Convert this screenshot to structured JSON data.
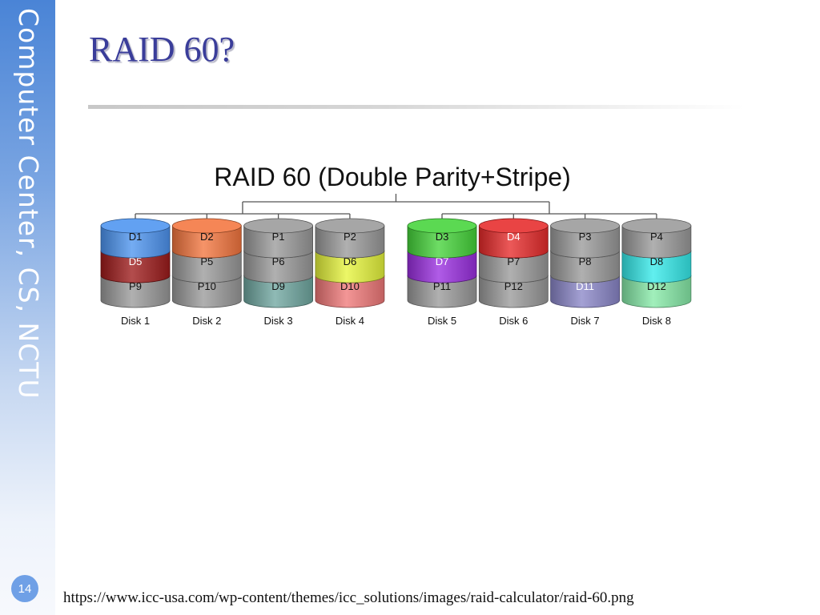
{
  "sidebar": {
    "org_label": "Computer Center, CS, NCTU",
    "slide_number": "14"
  },
  "slide": {
    "title": "RAID 60?",
    "source_url": "https://www.icc-usa.com/wp-content/themes/icc_solutions/images/raid-calculator/raid-60.png"
  },
  "diagram": {
    "title": "RAID 60 (Double Parity+Stripe)",
    "colors": {
      "parity": "#9a9a9a",
      "blue": "#4d94f0",
      "orange": "#f4763f",
      "green": "#45d43a",
      "red": "#e62a2a",
      "dark_red": "#9e1b1b",
      "yellow": "#e6f53c",
      "purple": "#9a2ee0",
      "cyan": "#35eaea",
      "teal": "#6fa7a0",
      "pink": "#f07878",
      "lavender": "#8a86c8",
      "mint": "#86eaa8"
    },
    "groups": [
      {
        "disks": [
          {
            "label": "Disk 1",
            "blocks": [
              {
                "label": "D1",
                "color": "blue"
              },
              {
                "label": "D5",
                "color": "dark_red"
              },
              {
                "label": "P9",
                "color": "parity"
              }
            ]
          },
          {
            "label": "Disk 2",
            "blocks": [
              {
                "label": "D2",
                "color": "orange"
              },
              {
                "label": "P5",
                "color": "parity"
              },
              {
                "label": "P10",
                "color": "parity"
              }
            ]
          },
          {
            "label": "Disk 3",
            "blocks": [
              {
                "label": "P1",
                "color": "parity"
              },
              {
                "label": "P6",
                "color": "parity"
              },
              {
                "label": "D9",
                "color": "teal"
              }
            ]
          },
          {
            "label": "Disk 4",
            "blocks": [
              {
                "label": "P2",
                "color": "parity"
              },
              {
                "label": "D6",
                "color": "yellow"
              },
              {
                "label": "D10",
                "color": "pink"
              }
            ]
          }
        ]
      },
      {
        "disks": [
          {
            "label": "Disk 5",
            "blocks": [
              {
                "label": "D3",
                "color": "green"
              },
              {
                "label": "D7",
                "color": "purple"
              },
              {
                "label": "P11",
                "color": "parity"
              }
            ]
          },
          {
            "label": "Disk 6",
            "blocks": [
              {
                "label": "D4",
                "color": "red"
              },
              {
                "label": "P7",
                "color": "parity"
              },
              {
                "label": "P12",
                "color": "parity"
              }
            ]
          },
          {
            "label": "Disk 7",
            "blocks": [
              {
                "label": "P3",
                "color": "parity"
              },
              {
                "label": "P8",
                "color": "parity"
              },
              {
                "label": "D11",
                "color": "lavender"
              }
            ]
          },
          {
            "label": "Disk 8",
            "blocks": [
              {
                "label": "P4",
                "color": "parity"
              },
              {
                "label": "D8",
                "color": "cyan"
              },
              {
                "label": "D12",
                "color": "mint"
              }
            ]
          }
        ]
      }
    ]
  }
}
